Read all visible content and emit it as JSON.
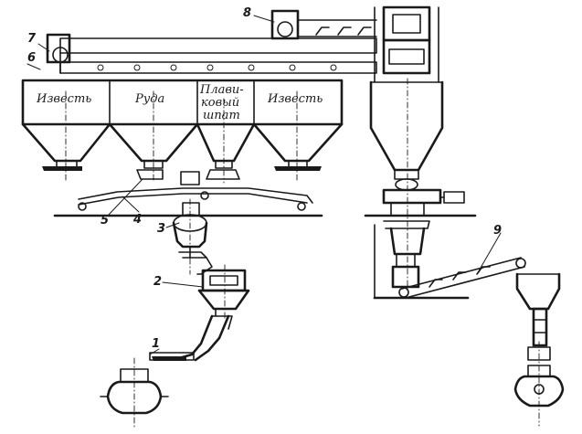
{
  "bins": [
    {
      "label": "Известь"
    },
    {
      "label": "Руда"
    },
    {
      "label_lines": [
        "Плави-",
        "ковый",
        "шпат"
      ]
    },
    {
      "label": "Известь"
    }
  ],
  "callouts": [
    "1",
    "2",
    "3",
    "4",
    "5",
    "6",
    "7",
    "8",
    "9"
  ]
}
